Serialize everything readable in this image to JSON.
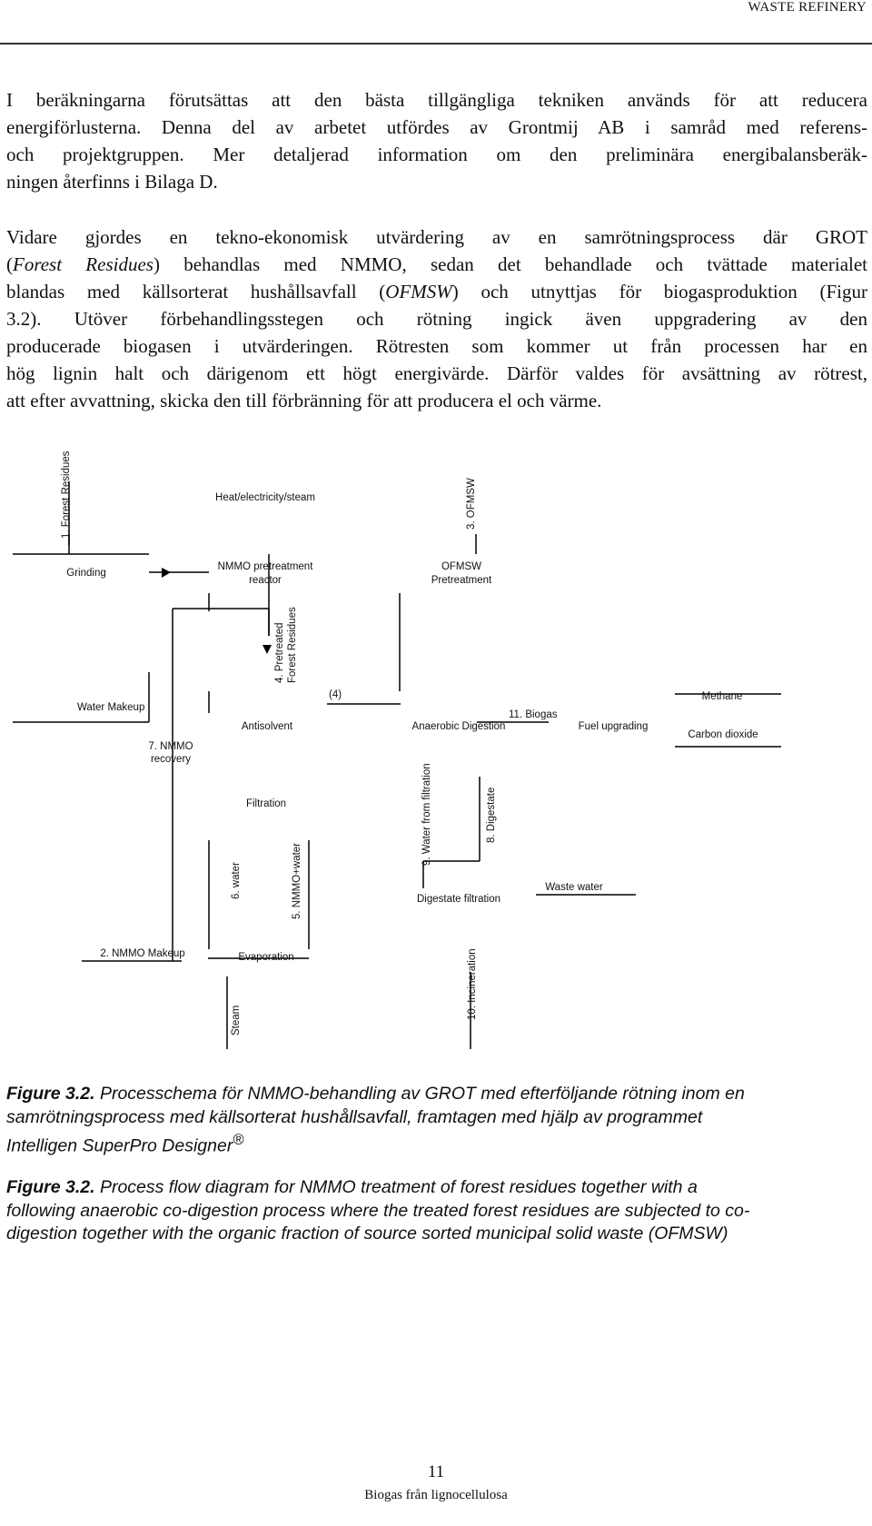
{
  "header": {
    "title": "WASTE REFINERY"
  },
  "paragraph1": {
    "lines": [
      "I beräkningarna förutsättas att den bästa tillgängliga tekniken används för att reducera",
      "energiförlusterna. Denna del av arbetet utfördes av Grontmij AB i samråd med referens-",
      "och projektgruppen. Mer detaljerad information om den preliminära energibalansberäk-",
      "ningen återfinns i Bilaga D."
    ]
  },
  "paragraph2": {
    "line1": "Vidare gjordes en tekno-ekonomisk utvärdering av en samrötningsprocess där GROT",
    "line2_open": "(",
    "line2_italic": "Forest Residues",
    "line2_rest": ") behandlas med NMMO, sedan det behandlade och tvättade materialet",
    "line3_pre": "blandas med källsorterat hushållsavfall (",
    "line3_italic": "OFMSW",
    "line3_post": ") och utnyttjas för biogasproduktion (Figur",
    "line4": "3.2). Utöver förbehandlingsstegen och rötning ingick även uppgradering av den",
    "line5": "producerade biogasen i utvärderingen. Rötresten som kommer ut från processen har en",
    "line6": "hög lignin halt och därigenom ett högt energivärde. Därför valdes för avsättning av rötrest,",
    "line7": "att efter avvattning, skicka den till förbränning för att producera el och värme."
  },
  "diagram": {
    "units": {
      "grinding": "Grinding",
      "nmmo_reactor_1": "NMMO pretreatment",
      "nmmo_reactor_2": "reactor",
      "ofmsw_pre_1": "OFMSW",
      "ofmsw_pre_2": "Pretreatment",
      "antisolvent": "Antisolvent",
      "anaerobic": "Anaerobic Digestion",
      "fuel_upgrading": "Fuel upgrading",
      "filtration": "Filtration",
      "digestate_filtration": "Digestate filtration",
      "evaporation": "Evaporation"
    },
    "streams": {
      "forest_residues": "1. Forest Residues",
      "heat": "Heat/electricity/steam",
      "ofmsw": "3. OFMSW",
      "pretreated_1": "4. Pretreated",
      "pretreated_2": "Forest Residues",
      "water_makeup": "Water Makeup",
      "nmmo_recovery_1": "7. NMMO",
      "nmmo_recovery_2": "recovery",
      "stream4": "(4)",
      "biogas": "11. Biogas",
      "methane": "Methane",
      "co2": "Carbon dioxide",
      "water_from_filtration": "9. Water from filtration",
      "digestate": "8. Digestate",
      "water6": "6. water",
      "nmmo_water": "5. NMMO+water",
      "waste_water": "Waste water",
      "nmmo_makeup": "2. NMMO Makeup",
      "incineration": "10. Incineration",
      "steam": "Steam"
    }
  },
  "caption_sv": {
    "label": "Figure 3.2.",
    "text1": " Processchema för NMMO-behandling av GROT med efterföljande rötning inom en",
    "text2": "samrötningsprocess med källsorterat hushållsavfall, framtagen med hjälp av programmet",
    "text3": "Intelligen SuperPro Designer",
    "reg": "®"
  },
  "caption_en": {
    "label": "Figure 3.2.",
    "text1": " Process flow diagram for NMMO treatment of forest residues together with a",
    "text2": "following anaerobic co-digestion process where the treated forest residues are subjected to co-",
    "text3": "digestion together with the organic fraction of source sorted municipal solid waste (OFMSW)"
  },
  "footer": {
    "page_number": "11",
    "title": "Biogas från lignocellulosa"
  }
}
